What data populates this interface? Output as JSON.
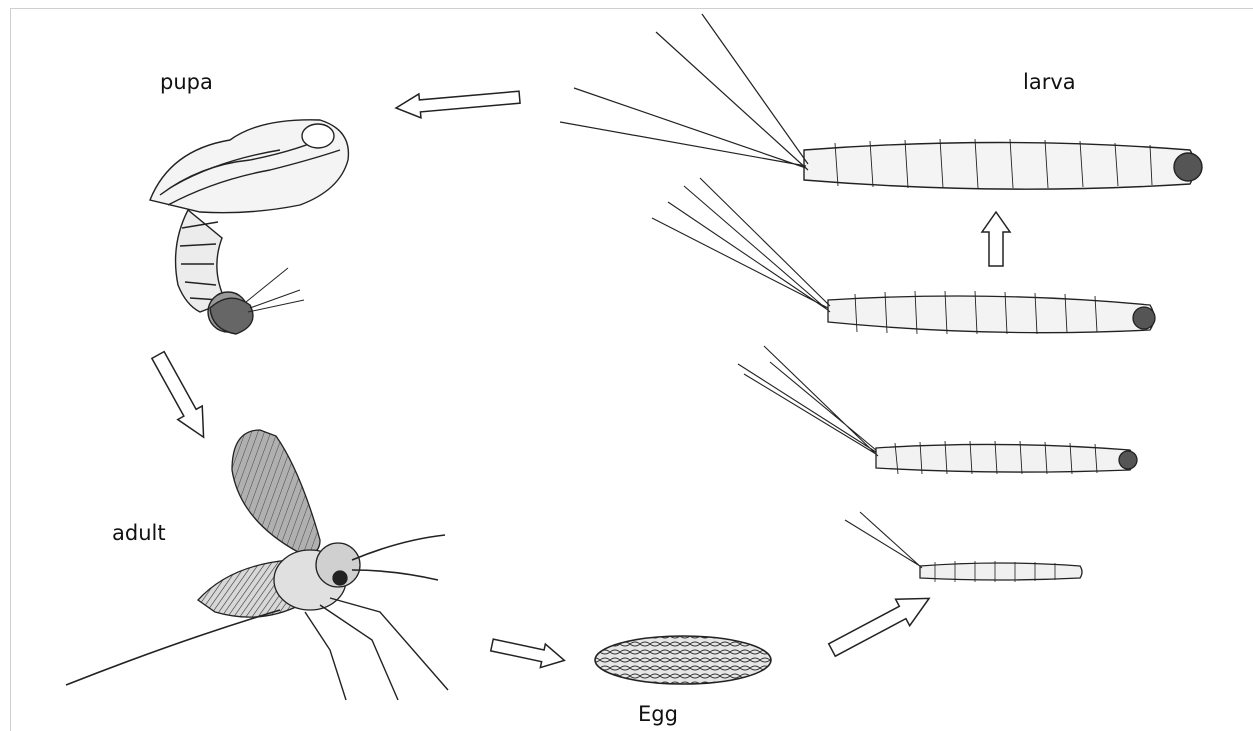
{
  "diagram": {
    "stages": {
      "pupa": "pupa",
      "larva": "larva",
      "adult": "adult",
      "egg": "Egg"
    },
    "colors": {
      "ink": "#222222",
      "arrow_fill": "#ffffff",
      "frame": "#cfcfcf",
      "wing": "#9a9a9a",
      "egg_fill": "#dcdcdc"
    }
  }
}
